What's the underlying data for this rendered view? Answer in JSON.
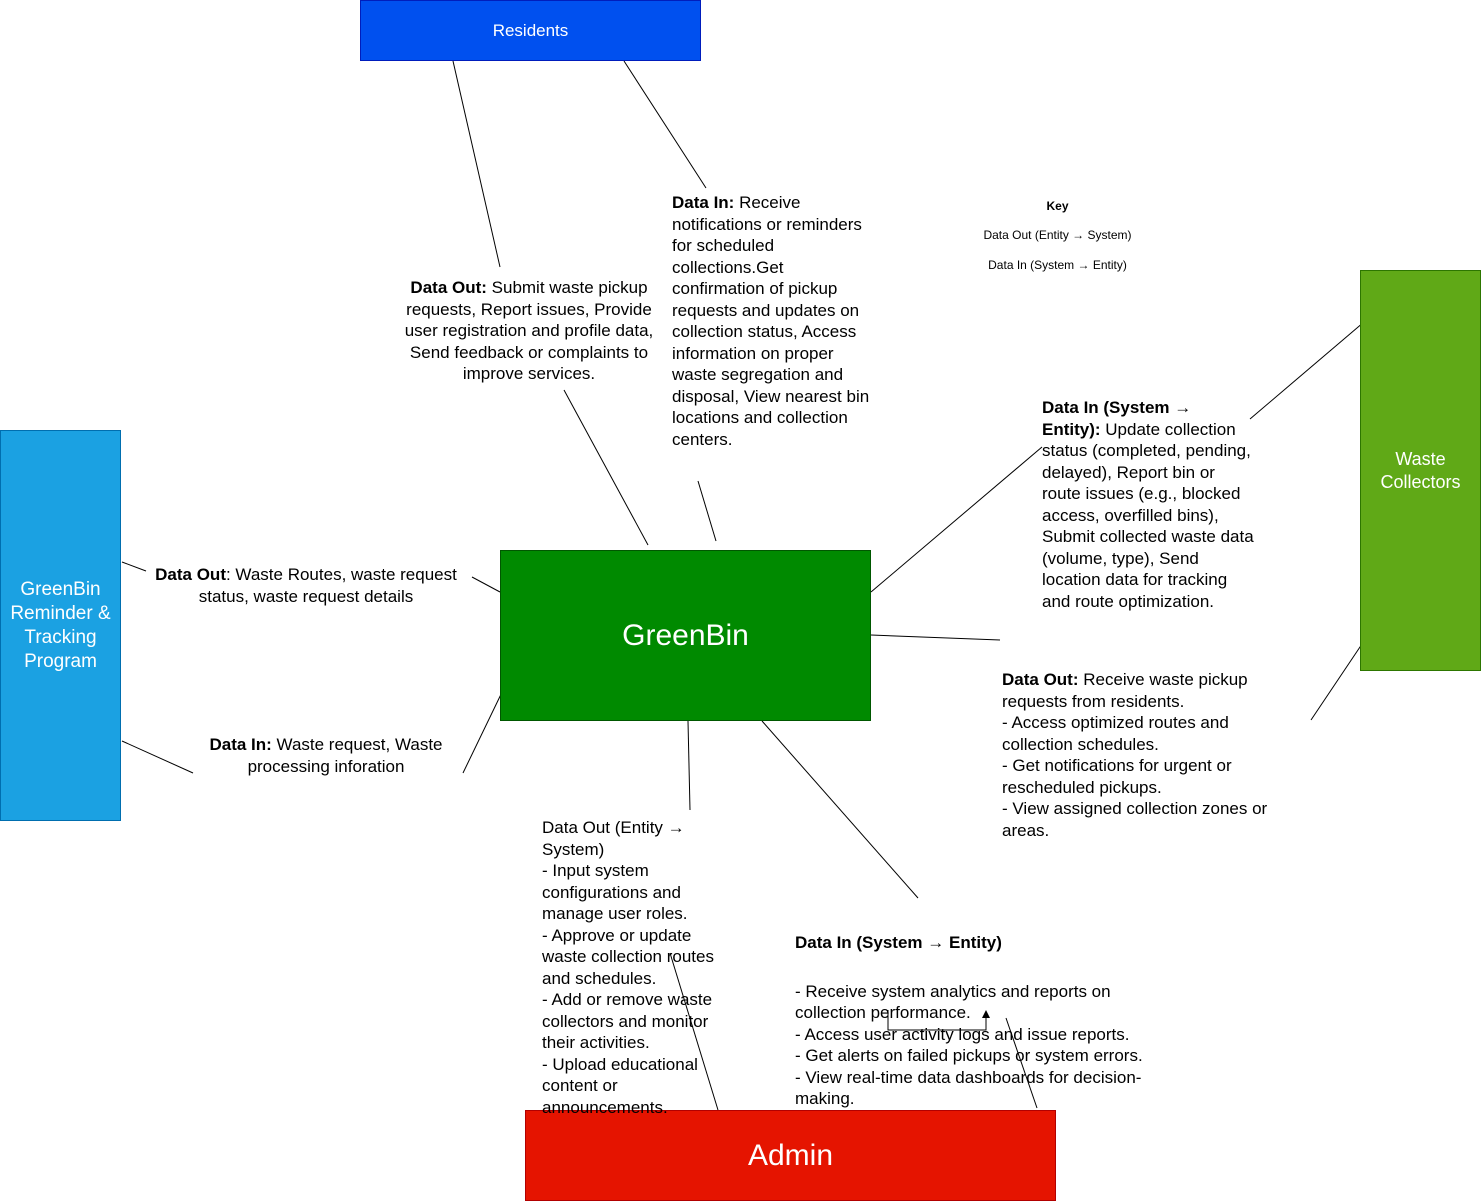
{
  "entities": {
    "residents": "Residents",
    "tracking_program": "GreenBin Reminder & Tracking Program",
    "waste_collectors": "Waste Collectors",
    "system": "GreenBin",
    "admin": "Admin"
  },
  "colors": {
    "residents": "#0050ef",
    "tracking_program": "#1ba1e2",
    "waste_collectors": "#60a917",
    "system": "#008a00",
    "admin": "#e51400"
  },
  "key": {
    "title": "Key",
    "items": [
      "Data Out (Entity → System)",
      "Data In (System → Entity)"
    ]
  },
  "flows": {
    "residents_out": {
      "heading": "Data Out:",
      "text": " Submit waste pickup requests, Report issues, Provide user registration and profile data, Send feedback or complaints to improve services."
    },
    "residents_in": {
      "heading": "Data In:",
      "text": " Receive notifications or reminders for scheduled collections.Get confirmation of pickup requests and updates on collection status, Access information on proper waste segregation and disposal, View nearest bin locations and collection centers."
    },
    "tracking_out": {
      "heading": "Data Out",
      "text": ": Waste Routes, waste request status, waste request details"
    },
    "tracking_in": {
      "heading": "Data In:",
      "text": " Waste request, Waste processing inforation"
    },
    "collectors_in": {
      "heading": "Data In (System → Entity):",
      "text": " Update collection status (completed, pending, delayed), Report bin or route issues (e.g., blocked access, overfilled bins), Submit collected waste data (volume, type), Send location data for tracking and route optimization."
    },
    "collectors_out": {
      "heading": "Data Out:",
      "text": " Receive waste pickup requests from residents.\n- Access optimized routes and collection schedules.\n- Get notifications for urgent or rescheduled pickups.\n- View assigned collection zones or areas."
    },
    "admin_out": {
      "heading": "",
      "text": "Data Out (Entity → System)\n- Input system configurations and manage user roles.\n- Approve or update waste collection routes and schedules.\n- Add or remove waste collectors and monitor their activities.\n- Upload educational content or announcements."
    },
    "admin_in": {
      "heading": "Data In (System → Entity)",
      "text": "- Receive system analytics and reports on collection performance.\n- Access user activity logs and issue reports.\n- Get alerts on failed pickups or system errors.\n- View real-time data dashboards for decision-making."
    }
  }
}
